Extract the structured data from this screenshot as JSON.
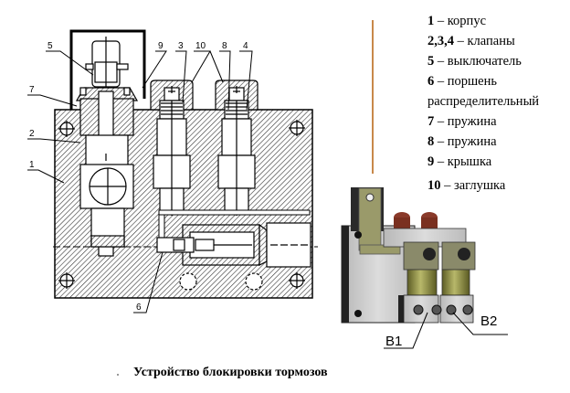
{
  "figure": {
    "caption": "Устройство блокировки тормозов",
    "divider_color": "#c8884a"
  },
  "drawing": {
    "callouts": [
      "5",
      "9",
      "3",
      "10",
      "8",
      "4",
      "7",
      "2",
      "1",
      "6"
    ]
  },
  "legend": {
    "items": [
      {
        "num": "1",
        "text": " – корпус"
      },
      {
        "num": "2,3,4",
        "text": " – клапаны"
      },
      {
        "num": "5",
        "text": " – выключатель"
      },
      {
        "num": "6",
        "text": " – поршень"
      },
      {
        "num": "",
        "text": "распределительный"
      },
      {
        "num": "7",
        "text": " – пружина"
      },
      {
        "num": "8",
        "text": " – пружина"
      },
      {
        "num": "9",
        "text": " – крышка"
      },
      {
        "num": "10",
        "text": " – заглушка"
      }
    ]
  },
  "photo": {
    "labels": [
      "B1",
      "B2"
    ],
    "colors": {
      "body": "#c9c9c9",
      "bracket": "#9a9a6a",
      "coil": "#8a8a40",
      "cap": "#8a3a2a"
    }
  }
}
